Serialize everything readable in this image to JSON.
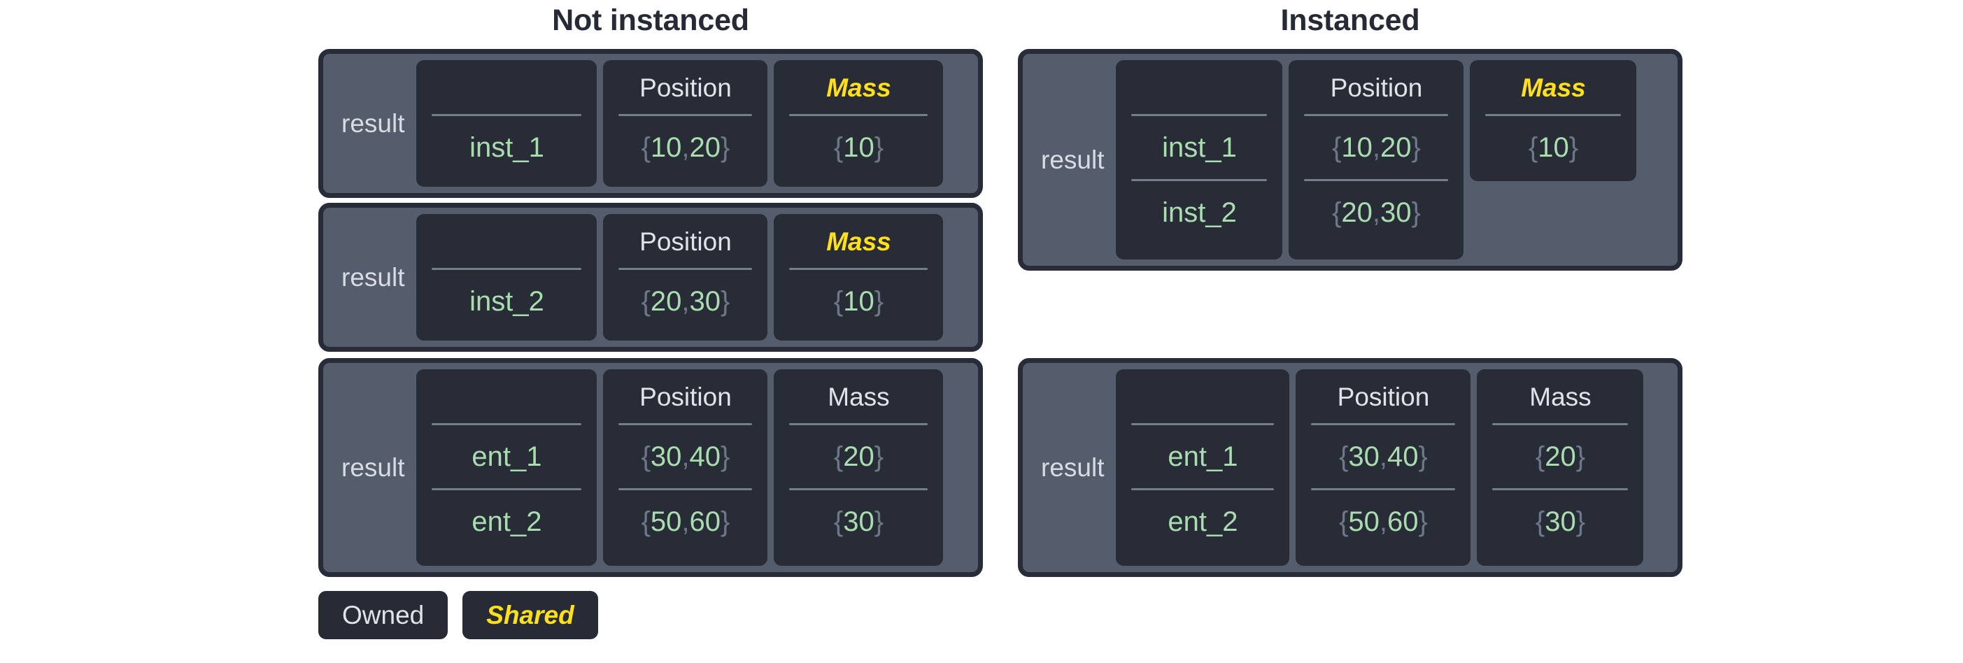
{
  "columns": [
    {
      "title": "Not instanced"
    },
    {
      "title": "Instanced"
    }
  ],
  "legend": {
    "owned_label": "Owned",
    "shared_label": "Shared"
  },
  "colors": {
    "shared": "#ffe01b",
    "owned": "#dfe3ea",
    "value_green": "#a9dcaf",
    "brace_gray": "#6e7787",
    "card_body": "#555c6b",
    "card_border": "#272c38",
    "column_panel": "#282c37",
    "separator": "#767e8c",
    "title": "#252a35",
    "background": "#ffffff"
  },
  "cards": [
    {
      "id": "not-instanced-inst-1",
      "group_label": "result",
      "fields": [
        {
          "name": "name",
          "header": "",
          "sharing": "owned",
          "values": [
            "inst_1"
          ]
        },
        {
          "name": "position",
          "header": "Position",
          "sharing": "owned",
          "values": [
            "{10, 20}"
          ]
        },
        {
          "name": "mass",
          "header": "Mass",
          "sharing": "shared",
          "values": [
            "{10}"
          ]
        }
      ]
    },
    {
      "id": "not-instanced-inst-2",
      "group_label": "result",
      "fields": [
        {
          "name": "name",
          "header": "",
          "sharing": "owned",
          "values": [
            "inst_2"
          ]
        },
        {
          "name": "position",
          "header": "Position",
          "sharing": "owned",
          "values": [
            "{20, 30}"
          ]
        },
        {
          "name": "mass",
          "header": "Mass",
          "sharing": "shared",
          "values": [
            "{10}"
          ]
        }
      ]
    },
    {
      "id": "not-instanced-ent",
      "group_label": "result",
      "fields": [
        {
          "name": "name",
          "header": "",
          "sharing": "owned",
          "values": [
            "ent_1",
            "ent_2"
          ]
        },
        {
          "name": "position",
          "header": "Position",
          "sharing": "owned",
          "values": [
            "{30, 40}",
            "{50, 60}"
          ]
        },
        {
          "name": "mass",
          "header": "Mass",
          "sharing": "owned",
          "values": [
            "{20}",
            "{30}"
          ]
        }
      ]
    },
    {
      "id": "instanced-inst",
      "group_label": "result",
      "fields": [
        {
          "name": "name",
          "header": "",
          "sharing": "owned",
          "values": [
            "inst_1",
            "inst_2"
          ]
        },
        {
          "name": "position",
          "header": "Position",
          "sharing": "owned",
          "values": [
            "{10, 20}",
            "{20, 30}"
          ]
        },
        {
          "name": "mass",
          "header": "Mass",
          "sharing": "shared",
          "values": [
            "{10}"
          ]
        }
      ]
    },
    {
      "id": "instanced-ent",
      "group_label": "result",
      "fields": [
        {
          "name": "name",
          "header": "",
          "sharing": "owned",
          "values": [
            "ent_1",
            "ent_2"
          ]
        },
        {
          "name": "position",
          "header": "Position",
          "sharing": "owned",
          "values": [
            "{30, 40}",
            "{50, 60}"
          ]
        },
        {
          "name": "mass",
          "header": "Mass",
          "sharing": "owned",
          "values": [
            "{20}",
            "{30}"
          ]
        }
      ]
    }
  ]
}
